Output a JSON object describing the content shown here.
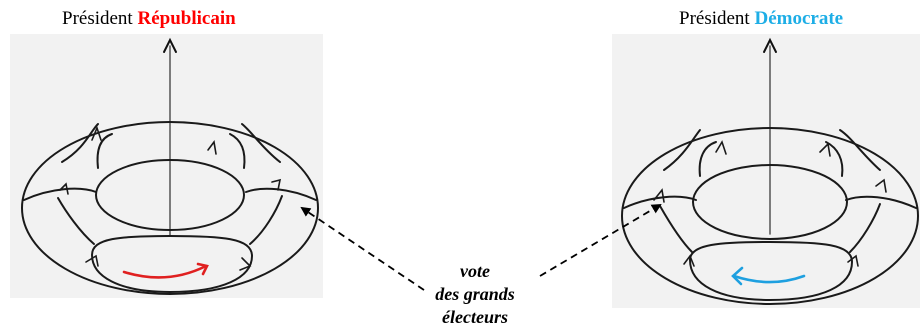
{
  "left_panel": {
    "title_prefix": "Président",
    "party": "Républicain",
    "party_color": "#ff0000",
    "flow_arrow_color": "#e02020"
  },
  "right_panel": {
    "title_prefix": "Président",
    "party": "Démocrate",
    "party_color": "#1eaee6",
    "flow_arrow_color": "#1ea0e0"
  },
  "callout": {
    "lines": [
      "vote",
      "des grands",
      "électeurs"
    ]
  }
}
